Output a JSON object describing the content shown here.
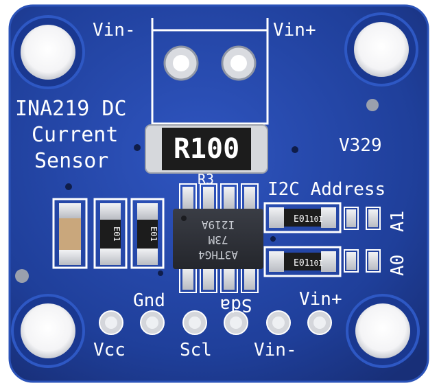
{
  "terminal": {
    "vin_minus_label": "Vin-",
    "vin_plus_label": "Vin+"
  },
  "product": {
    "line1": "INA219 DC",
    "line2": "Current",
    "line3": "Sensor",
    "version": "V329"
  },
  "shunt": {
    "marking": "R100",
    "designator": "R3"
  },
  "address": {
    "heading": "I2C Address",
    "a1_label": "A1",
    "a0_label": "A0"
  },
  "smd": {
    "marking": "E01",
    "marking_alt": "10I"
  },
  "chip": {
    "line1": "A3THG4",
    "line2": "73M",
    "line3": "I219A"
  },
  "pins": {
    "top_left": "Gnd",
    "top_mid": "Sda",
    "top_right": "Vin+",
    "bottom_left": "Vcc",
    "bottom_mid": "Scl",
    "bottom_right": "Vin-"
  },
  "colors": {
    "pcb": "#1f3f9a",
    "pcb_edge": "#2a52b8",
    "silkscreen": "#ffffff",
    "pad": "#d8dade",
    "chip": "#2b2d33",
    "resistor_body": "#1c1c1c"
  }
}
